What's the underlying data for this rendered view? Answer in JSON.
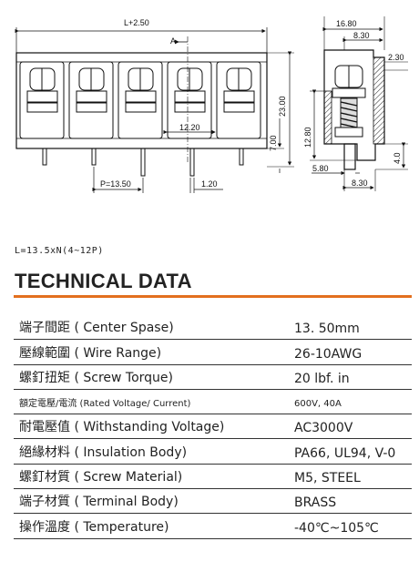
{
  "drawing": {
    "dim_length": "L+2.50",
    "section_mark": "A",
    "dim_height_total": "23.00",
    "dim_height_pin": "7.00",
    "dim_center": "12.20",
    "dim_pitch": "P=13.50",
    "dim_pin_width": "1.20",
    "dim_side_width": "16.80",
    "dim_side_top": "8.30",
    "dim_side_offset": "2.30",
    "dim_side_height": "12.80",
    "dim_side_pin_pos": "5.80",
    "dim_side_bottom": "8.30",
    "dim_side_pin_len": "4.0"
  },
  "formula": "L=13.5xN(4~12P)",
  "title": "TECHNICAL DATA",
  "accent_color": "#e36f1e",
  "specs": [
    {
      "label": "端子間距 ( Center Spase)",
      "value": "13. 50mm"
    },
    {
      "label": "壓線範圍 ( Wire Range)",
      "value": "26-10AWG"
    },
    {
      "label": "螺釘扭矩 ( Screw Torque)",
      "value": "20 lbf. in"
    },
    {
      "label": "額定電壓/電流 (Rated Voltage/ Current)",
      "value": "600V, 40A"
    },
    {
      "label": "耐電壓值 ( Withstanding Voltage)",
      "value": "AC3000V"
    },
    {
      "label": "絕緣材料 ( Insulation Body)",
      "value": "PA66, UL94, V-0"
    },
    {
      "label": "螺釘材質 ( Screw Material)",
      "value": "M5, STEEL"
    },
    {
      "label": "端子材質 ( Terminal Body)",
      "value": "BRASS"
    },
    {
      "label": "操作溫度 ( Temperature)",
      "value": "-40℃~105℃"
    }
  ]
}
